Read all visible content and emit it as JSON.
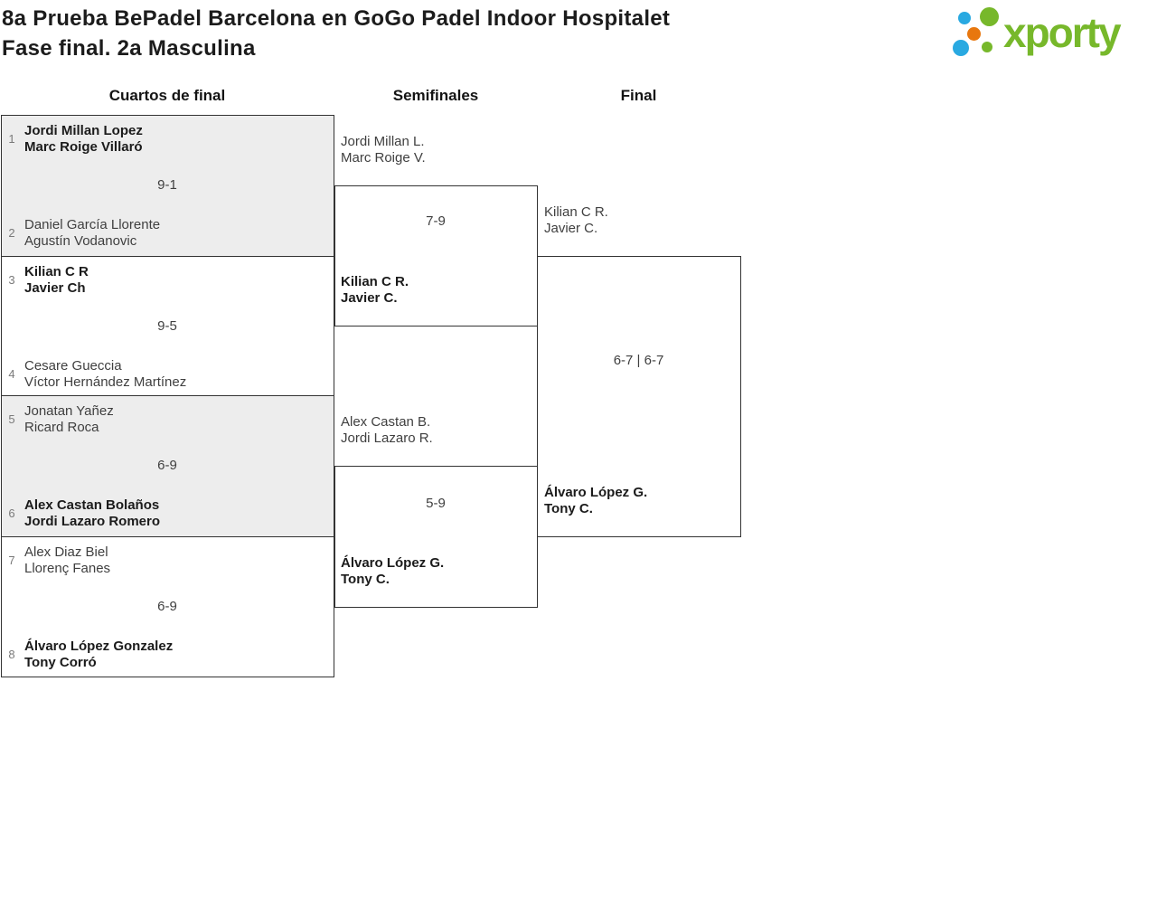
{
  "header": {
    "title_line1": "8a Prueba BePadel Barcelona en GoGo Padel Indoor Hospitalet",
    "title_line2": "Fase final. 2a Masculina",
    "logo_text": "xporty"
  },
  "round_headers": [
    "Cuartos de final",
    "Semifinales",
    "Final"
  ],
  "colors": {
    "logo_green": "#77b82b",
    "logo_blue": "#29a9e1",
    "logo_orange": "#e8770e",
    "match_shade": "#ededed",
    "bracket_line": "#333333"
  },
  "bracket": {
    "quarterfinals": [
      {
        "seed_top": "1",
        "top": {
          "players": [
            "Jordi Millan Lopez",
            "Marc Roige Villaró"
          ],
          "winner": true
        },
        "score": "9-1",
        "seed_bottom": "2",
        "bottom": {
          "players": [
            "Daniel García Llorente",
            "Agustín Vodanovic"
          ],
          "winner": false
        }
      },
      {
        "seed_top": "3",
        "top": {
          "players": [
            "Kilian C R",
            "Javier Ch"
          ],
          "winner": true
        },
        "score": "9-5",
        "seed_bottom": "4",
        "bottom": {
          "players": [
            "Cesare Gueccia",
            "Víctor Hernández Martínez"
          ],
          "winner": false
        }
      },
      {
        "seed_top": "5",
        "top": {
          "players": [
            "Jonatan Yañez",
            "Ricard Roca"
          ],
          "winner": false
        },
        "score": "6-9",
        "seed_bottom": "6",
        "bottom": {
          "players": [
            "Alex Castan Bolaños",
            "Jordi Lazaro Romero"
          ],
          "winner": true
        }
      },
      {
        "seed_top": "7",
        "top": {
          "players": [
            "Alex Diaz Biel",
            "Llorenç Fanes"
          ],
          "winner": false
        },
        "score": "6-9",
        "seed_bottom": "8",
        "bottom": {
          "players": [
            "Álvaro López Gonzalez",
            "Tony Corró"
          ],
          "winner": true
        }
      }
    ],
    "semifinals": [
      {
        "top": {
          "players": [
            "Jordi Millan L.",
            "Marc Roige V."
          ],
          "winner": false
        },
        "score": "7-9",
        "bottom": {
          "players": [
            "Kilian C R.",
            "Javier C."
          ],
          "winner": true
        }
      },
      {
        "top": {
          "players": [
            "Alex Castan B.",
            "Jordi Lazaro R."
          ],
          "winner": false
        },
        "score": "5-9",
        "bottom": {
          "players": [
            "Álvaro López G.",
            "Tony C."
          ],
          "winner": true
        }
      }
    ],
    "final": {
      "top": {
        "players": [
          "Kilian C R.",
          "Javier C."
        ],
        "winner": false
      },
      "score": "6-7 | 6-7",
      "bottom": {
        "players": [
          "Álvaro López G.",
          "Tony C."
        ],
        "winner": true
      }
    }
  }
}
